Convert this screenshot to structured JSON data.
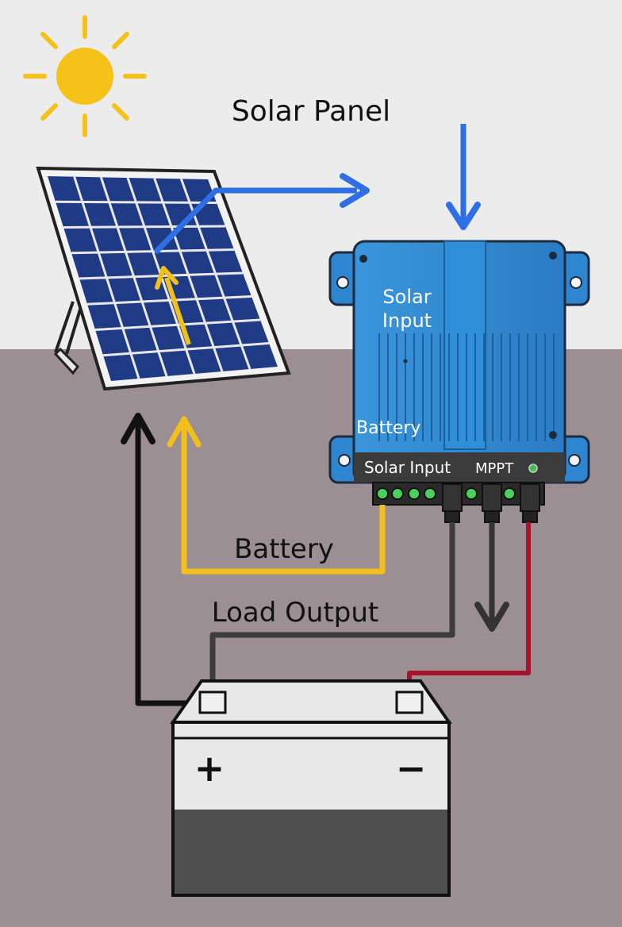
{
  "labels": {
    "solar_panel": "Solar Panel",
    "controller_solar_input": "Solar Input",
    "controller_battery": "Battery",
    "terminal_solar_input": "Solar Input",
    "terminal_mppt": "MPPT",
    "wire_battery": "Battery",
    "wire_load_output": "Load Output",
    "battery_positive": "+",
    "battery_negative": "−"
  },
  "colors": {
    "sky": "#ececec",
    "ground": "#9c8f93",
    "sun": "#f6c21a",
    "panel_cell": "#1f3b85",
    "controller": "#2d86cf",
    "arrow_blue": "#2f6fe6",
    "wire_yellow": "#f3bf1d",
    "wire_black": "#111111",
    "wire_dark": "#3d3d3d",
    "wire_red": "#a5142a"
  },
  "icons": [
    "sun-icon",
    "solar-panel",
    "charge-controller",
    "battery"
  ]
}
